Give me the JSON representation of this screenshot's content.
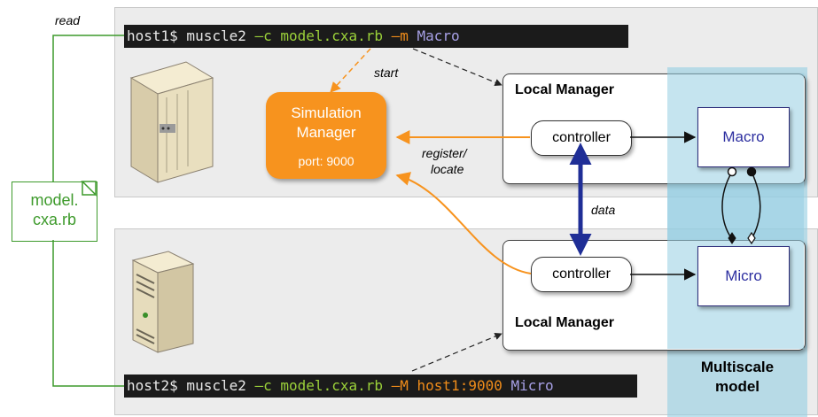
{
  "read_label": "read",
  "host1": {
    "prompt": "host1$ muscle2 ",
    "flag_c": "–c",
    "config": " model.cxa.rb ",
    "flag_m": "–m",
    "submodel": " Macro"
  },
  "host2": {
    "prompt": "host2$ muscle2 ",
    "flag_c": "–c",
    "config": " model.cxa.rb ",
    "flag_M": "–M",
    "manager": " host1:9000",
    "submodel": " Micro"
  },
  "start_label": "start",
  "simulation_manager": {
    "title_line1": "Simulation",
    "title_line2": "Manager",
    "port": "port: 9000"
  },
  "register_label_line1": "register/",
  "register_label_line2": "locate",
  "data_label": "data",
  "file": {
    "line1": "model.",
    "line2": "cxa.rb"
  },
  "local_manager_label": "Local Manager",
  "controller_label": "controller",
  "macro_label": "Macro",
  "micro_label": "Micro",
  "multiscale_line1": "Multiscale",
  "multiscale_line2": "model",
  "colors": {
    "terminal_bg": "#1b1b1b",
    "command_green": "#9bd13a",
    "flag_orange": "#f08c1a",
    "submodel_purple": "#a7a0e6",
    "sim_manager_orange": "#f7931e",
    "data_arrow_blue": "#1f2e96",
    "multiscale_bg": "#96cee2",
    "file_green": "#3d9a2b"
  }
}
